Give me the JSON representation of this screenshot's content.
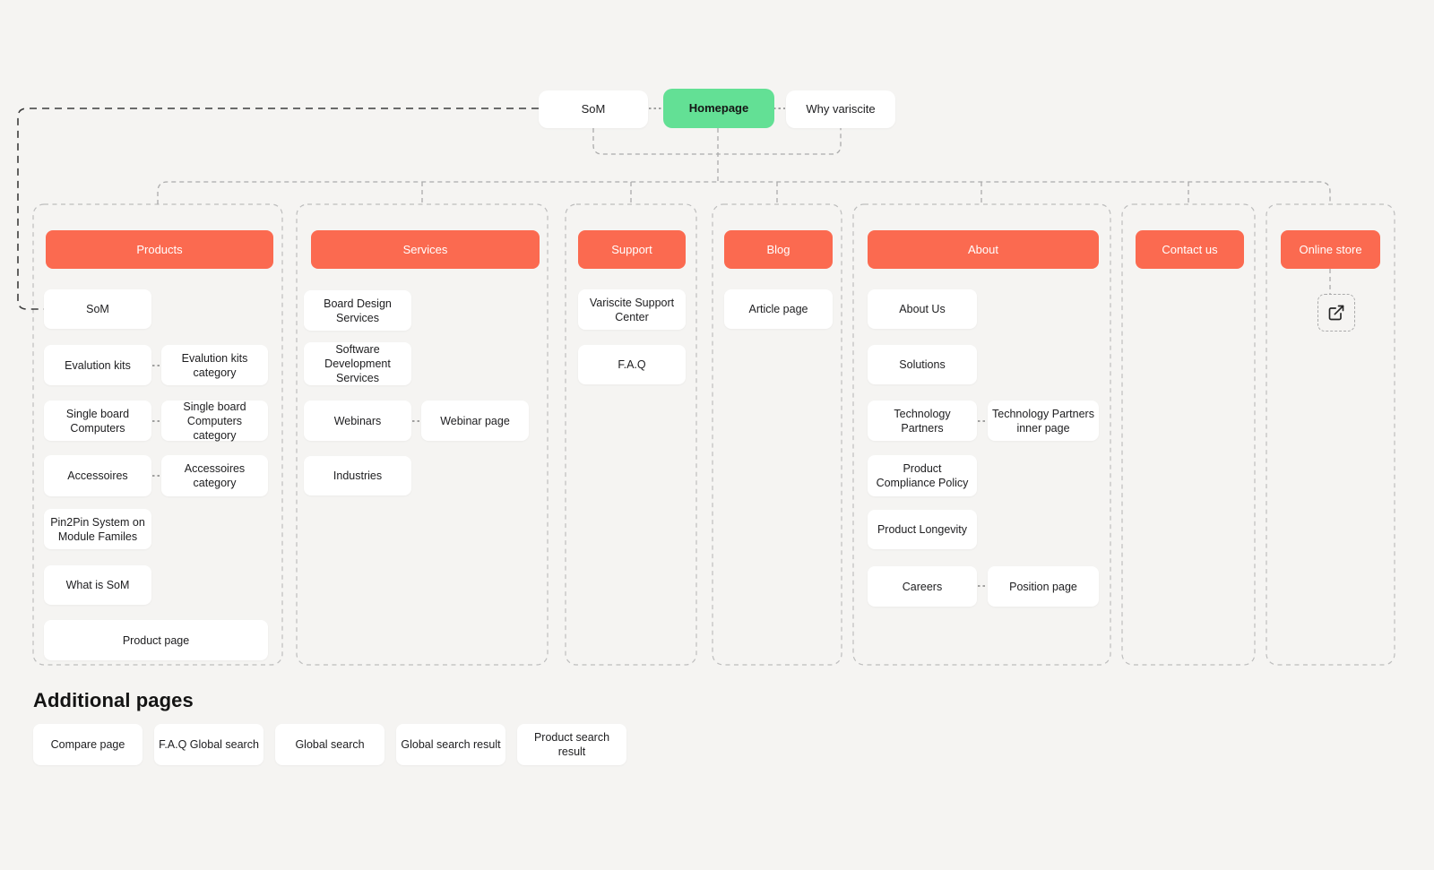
{
  "colors": {
    "orange": "#FB6A50",
    "green": "#63E095",
    "bg": "#F5F4F2",
    "line_light": "#ABABAB",
    "line_dark": "#3D3D3D",
    "line_dot": "#6F6F6F",
    "line_container": "#BDBDBD",
    "node_text": "#1D1D1F",
    "header_text": "#FFFFFF"
  },
  "top_nav": {
    "som": "SoM",
    "homepage": "Homepage",
    "why_variscite": "Why variscite"
  },
  "columns": {
    "products": {
      "title": "Products",
      "items": {
        "som": "SoM",
        "evalution_kits": "Evalution kits",
        "evalution_kits_category": "Evalution kits category",
        "single_board": "Single board Computers",
        "single_board_category": "Single board Computers category",
        "accessoires": "Accessoires",
        "accessoires_category": "Accessoires category",
        "pin2pin": "Pin2Pin System on Module Familes",
        "what_is_som": "What is SoM",
        "product_page": "Product page"
      }
    },
    "services": {
      "title": "Services",
      "items": {
        "board_design": "Board Design Services",
        "software_dev": "Software Development Services",
        "webinars": "Webinars",
        "webinar_page": "Webinar page",
        "industries": "Industries"
      }
    },
    "support": {
      "title": "Support",
      "items": {
        "support_center": "Variscite Support Center",
        "faq": "F.A.Q"
      }
    },
    "blog": {
      "title": "Blog",
      "items": {
        "article_page": "Article page"
      }
    },
    "about": {
      "title": "About",
      "items": {
        "about_us": "About Us",
        "solutions": "Solutions",
        "tech_partners": "Technology Partners",
        "tech_partners_inner": "Technology Partners inner page",
        "compliance": "Product Compliance Policy",
        "longevity": "Product Longevity",
        "careers": "Careers",
        "position_page": "Position page"
      }
    },
    "contact": {
      "title": "Contact us"
    },
    "online_store": {
      "title": "Online store",
      "icon": "external-link-icon"
    }
  },
  "additional_pages": {
    "title": "Additional pages",
    "items": [
      "Compare page",
      "F.A.Q Global search",
      "Global search",
      "Global search result",
      "Product search result"
    ]
  }
}
